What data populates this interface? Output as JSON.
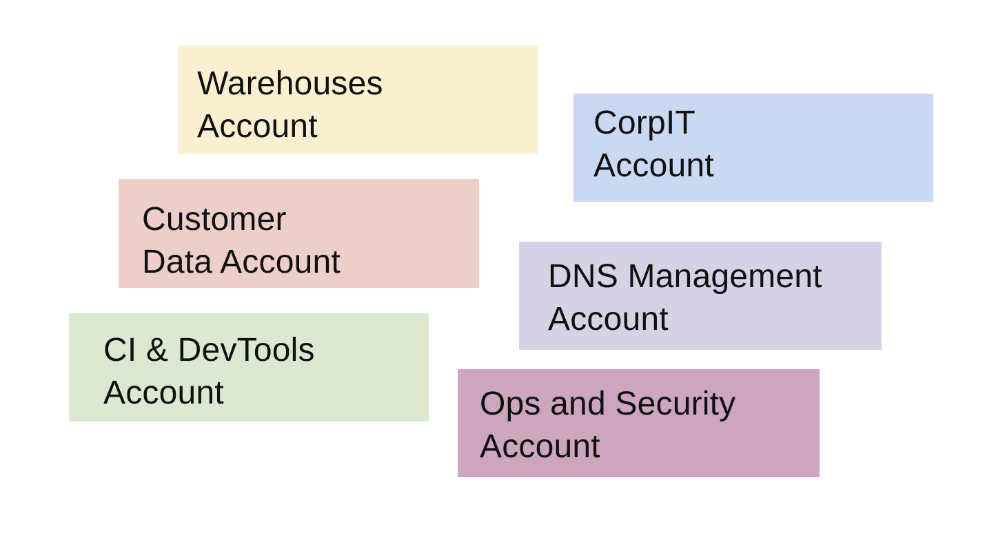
{
  "page": {
    "background_color": "#ffffff",
    "text_color": "#111111"
  },
  "diagram": {
    "boxes": [
      {
        "label": "Warehouses\nAccount",
        "color": "#faf0d1"
      },
      {
        "label": "CorpIT\nAccount",
        "color": "#cbd8f2"
      },
      {
        "label": "Customer\nData Account",
        "color": "#edcfca"
      },
      {
        "label": "DNS Management\nAccount",
        "color": "#d6d1e4"
      },
      {
        "label": "CI & DevTools\nAccount",
        "color": "#dce7d2"
      },
      {
        "label": "Ops and Security\nAccount",
        "color": "#cda5bd"
      }
    ]
  }
}
